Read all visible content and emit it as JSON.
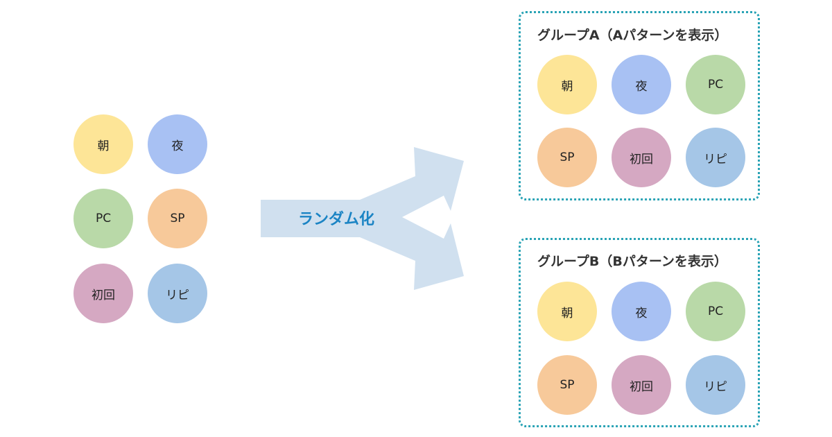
{
  "colors": {
    "morning": "#fde597",
    "night": "#a8c1f3",
    "pc": "#b9d9a8",
    "sp": "#f7c99a",
    "first": "#d5a8c2",
    "repeat": "#a5c6e7",
    "arrow": "#d0e0ef",
    "group_border": "#2aa3b5",
    "label_accent": "#1b84c4"
  },
  "source": {
    "items": [
      {
        "label": "朝",
        "color_key": "morning"
      },
      {
        "label": "夜",
        "color_key": "night"
      },
      {
        "label": "PC",
        "color_key": "pc"
      },
      {
        "label": "SP",
        "color_key": "sp"
      },
      {
        "label": "初回",
        "color_key": "first"
      },
      {
        "label": "リピ",
        "color_key": "repeat"
      }
    ]
  },
  "arrow": {
    "label": "ランダム化"
  },
  "group_a": {
    "title": "グループA（Aパターンを表示）",
    "items": [
      {
        "label": "朝",
        "color_key": "morning"
      },
      {
        "label": "夜",
        "color_key": "night"
      },
      {
        "label": "PC",
        "color_key": "pc"
      },
      {
        "label": "SP",
        "color_key": "sp"
      },
      {
        "label": "初回",
        "color_key": "first"
      },
      {
        "label": "リピ",
        "color_key": "repeat"
      }
    ]
  },
  "group_b": {
    "title": "グループB（Bパターンを表示）",
    "items": [
      {
        "label": "朝",
        "color_key": "morning"
      },
      {
        "label": "夜",
        "color_key": "night"
      },
      {
        "label": "PC",
        "color_key": "pc"
      },
      {
        "label": "SP",
        "color_key": "sp"
      },
      {
        "label": "初回",
        "color_key": "first"
      },
      {
        "label": "リピ",
        "color_key": "repeat"
      }
    ]
  }
}
